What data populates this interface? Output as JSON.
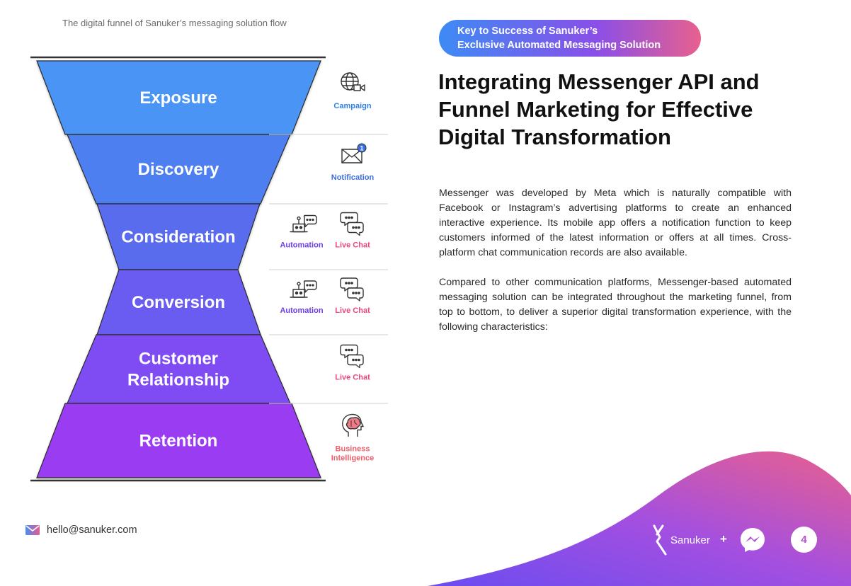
{
  "funnel": {
    "caption": "The digital funnel of Sanuker’s messaging solution flow",
    "stages": [
      {
        "lines": [
          "Exposure"
        ],
        "color": "#4a94f4"
      },
      {
        "lines": [
          "Discovery"
        ],
        "color": "#4d7ff0"
      },
      {
        "lines": [
          "Consideration"
        ],
        "color": "#5a6cee"
      },
      {
        "lines": [
          "Conversion"
        ],
        "color": "#6b5cf0"
      },
      {
        "lines": [
          "Customer",
          "Relationship"
        ],
        "color": "#7f4cf2"
      },
      {
        "lines": [
          "Retention"
        ],
        "color": "#9a3df2"
      }
    ],
    "features": [
      {
        "icons": [
          {
            "icon": "globe-camera-icon",
            "labels": [
              "Campaign"
            ],
            "color": "#2f82e8"
          }
        ]
      },
      {
        "icons": [
          {
            "icon": "envelope-notification-icon",
            "labels": [
              "Notification"
            ],
            "color": "#3b6fe0"
          }
        ]
      },
      {
        "icons": [
          {
            "icon": "robot-icon",
            "labels": [
              "Automation"
            ],
            "color": "#6a3ee0"
          },
          {
            "icon": "chat-bubbles-icon",
            "labels": [
              "Live Chat"
            ],
            "color": "#e8487e"
          }
        ]
      },
      {
        "icons": [
          {
            "icon": "robot-icon",
            "labels": [
              "Automation"
            ],
            "color": "#6a3ee0"
          },
          {
            "icon": "chat-bubbles-icon",
            "labels": [
              "Live Chat"
            ],
            "color": "#e8487e"
          }
        ]
      },
      {
        "icons": [
          {
            "icon": "chat-bubbles-icon",
            "labels": [
              "Live Chat"
            ],
            "color": "#e8487e"
          }
        ]
      },
      {
        "icons": [
          {
            "icon": "brain-head-icon",
            "labels": [
              "Business",
              "Intelligence"
            ],
            "color": "#ee5e6a"
          }
        ]
      }
    ],
    "notification_badge": "1"
  },
  "section_pill": {
    "line1": "Key to Success of Sanuker’s",
    "line2": "Exclusive Automated Messaging Solution"
  },
  "headline": {
    "line1": "Integrating Messenger API and",
    "line2": "Funnel Marketing for Effective",
    "line3": "Digital Transformation"
  },
  "body": {
    "para1": "Messenger was developed by Meta which is naturally compatible with Facebook or Instagram’s advertising platforms to create an enhanced interactive experience. Its mobile app offers a notification function to keep customers informed of the latest information or offers at all times. Cross-platform chat communication records are also available.",
    "para2": "Compared to other communication platforms, Messenger-based automated messaging solution can be integrated throughout the marketing funnel, from top to bottom, to deliver a superior digital transformation experience, with the following characteristics:"
  },
  "footer": {
    "email": "hello@sanuker.com",
    "brand": "Sanuker",
    "plus": "+",
    "page_number": "4"
  },
  "colors": {
    "pill_gradient": [
      "#3d8bf5",
      "#8a4fe8",
      "#e8608e"
    ],
    "wave_gradient": [
      "#e8608e",
      "#a44fe0",
      "#6a4cf0"
    ]
  }
}
